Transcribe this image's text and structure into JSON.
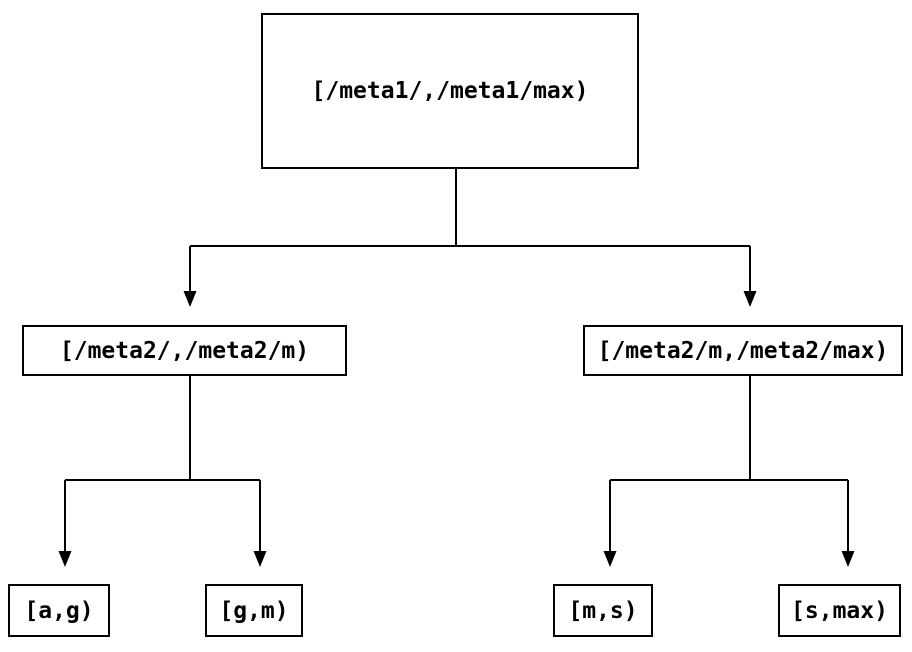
{
  "diagram": {
    "type": "tree",
    "colors": {
      "background": "#ffffff",
      "line": "#000000",
      "text": "#000000"
    },
    "root": {
      "label": "[/meta1/,/meta1/max)"
    },
    "level1": [
      {
        "label": "[/meta2/,/meta2/m)"
      },
      {
        "label": "[/meta2/m,/meta2/max)"
      }
    ],
    "level2": [
      {
        "label": "[a,g)"
      },
      {
        "label": "[g,m)"
      },
      {
        "label": "[m,s)"
      },
      {
        "label": "[s,max)"
      }
    ]
  }
}
